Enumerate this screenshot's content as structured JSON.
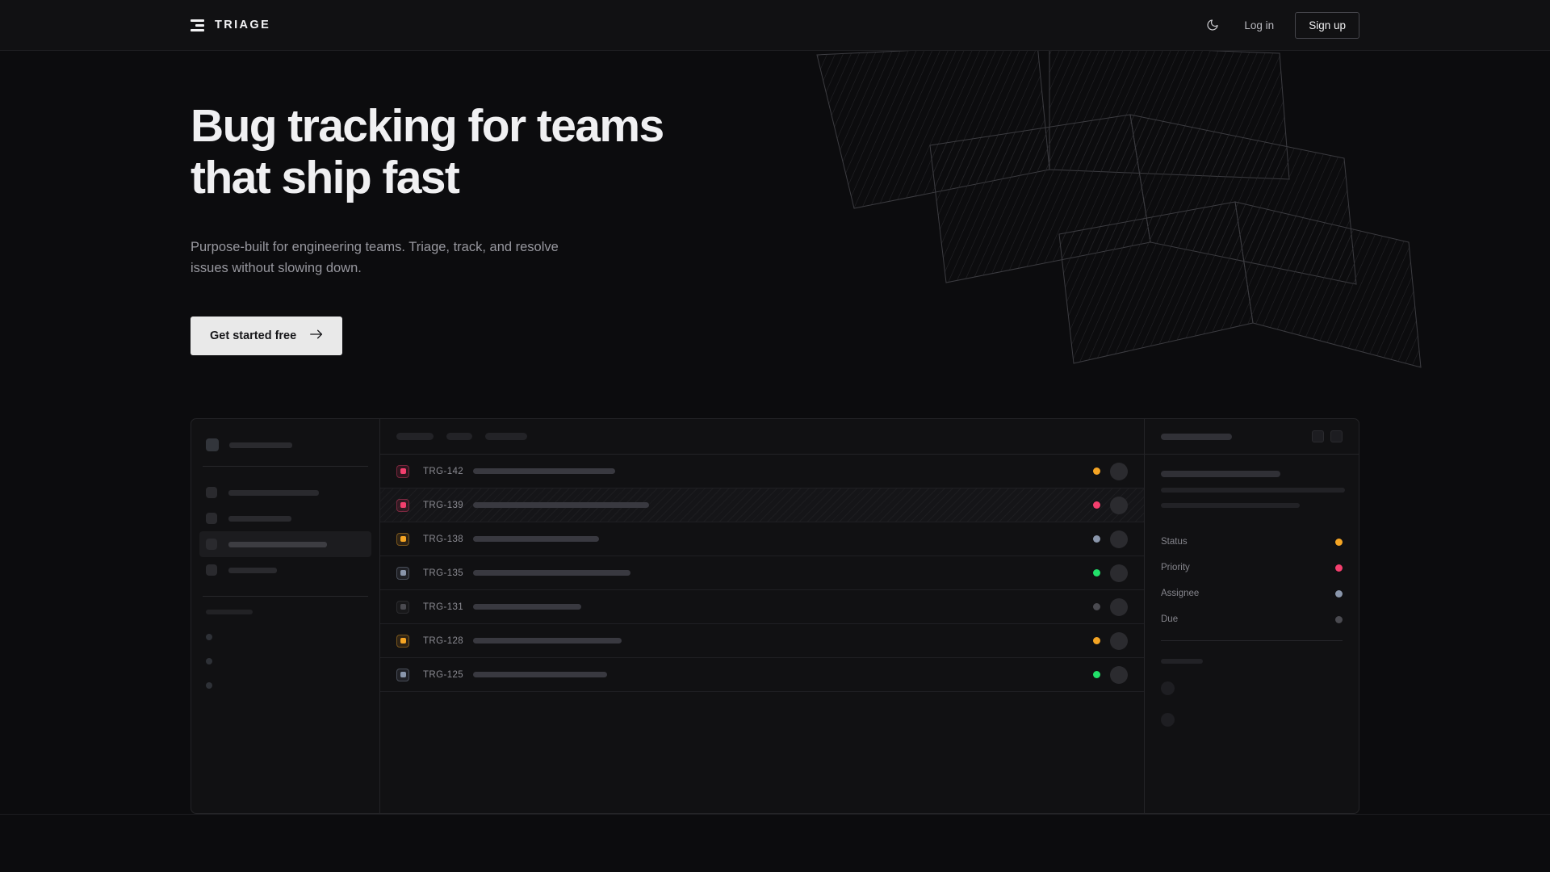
{
  "brand": {
    "name": "TRIAGE",
    "mark_icon": "stacked-bars-icon"
  },
  "nav": {
    "theme_toggle_icon": "moon-icon",
    "login_label": "Log in",
    "signup_label": "Sign up"
  },
  "hero": {
    "heading_line1": "Bug tracking for teams",
    "heading_line2": "that ship fast",
    "paragraph": "Purpose-built for engineering teams. Triage, track, and resolve issues without slowing down.",
    "cta_label": "Get started free",
    "cta_icon": "arrow-right-icon"
  },
  "colors": {
    "background": "#0c0c0e",
    "panel": "#111113",
    "border": "#242427",
    "text_primary": "#f0f0f2",
    "text_muted": "#97979e",
    "accent_red": "#f43f6e",
    "accent_amber": "#f5a524",
    "accent_green": "#22e06a",
    "accent_slate": "#8a96ab",
    "accent_dim": "#4a4a50",
    "cta_background": "#e9e9e9"
  },
  "mockup": {
    "sidebar": {
      "nav_items": [
        {
          "width": 112,
          "active": false
        },
        {
          "width": 78,
          "active": false
        },
        {
          "width": 122,
          "active": true
        },
        {
          "width": 60,
          "active": false
        }
      ],
      "header_bar_width": 78,
      "section_label_width": 58,
      "mini_dots": 3
    },
    "toolbar": {
      "chips": [
        46,
        32,
        52
      ]
    },
    "issues": [
      {
        "id": "TRG-142",
        "priority": "red",
        "title_width": 176,
        "status": "amber",
        "highlighted": false
      },
      {
        "id": "TRG-139",
        "priority": "red",
        "title_width": 218,
        "status": "red",
        "highlighted": true
      },
      {
        "id": "TRG-138",
        "priority": "amber",
        "title_width": 156,
        "status": "slate",
        "highlighted": false
      },
      {
        "id": "TRG-135",
        "priority": "slate",
        "title_width": 195,
        "status": "green",
        "highlighted": false
      },
      {
        "id": "TRG-131",
        "priority": "dim",
        "title_width": 134,
        "status": "dim",
        "highlighted": false
      },
      {
        "id": "TRG-128",
        "priority": "amber",
        "title_width": 184,
        "status": "amber",
        "highlighted": false
      },
      {
        "id": "TRG-125",
        "priority": "slate",
        "title_width": 166,
        "status": "green",
        "highlighted": false
      }
    ],
    "detail": {
      "header_bar_width": 88,
      "header_buttons": [
        "expand-button",
        "more-button"
      ],
      "title_width": 148,
      "body_lines": [
        228,
        172
      ],
      "fields": [
        {
          "label": "Status",
          "value_color": "amber"
        },
        {
          "label": "Priority",
          "value_color": "red"
        },
        {
          "label": "Assignee",
          "value_color": "slate"
        },
        {
          "label": "Due",
          "value_color": "dim"
        }
      ],
      "footer_label_width": 52,
      "footer_avatars": 2
    }
  }
}
